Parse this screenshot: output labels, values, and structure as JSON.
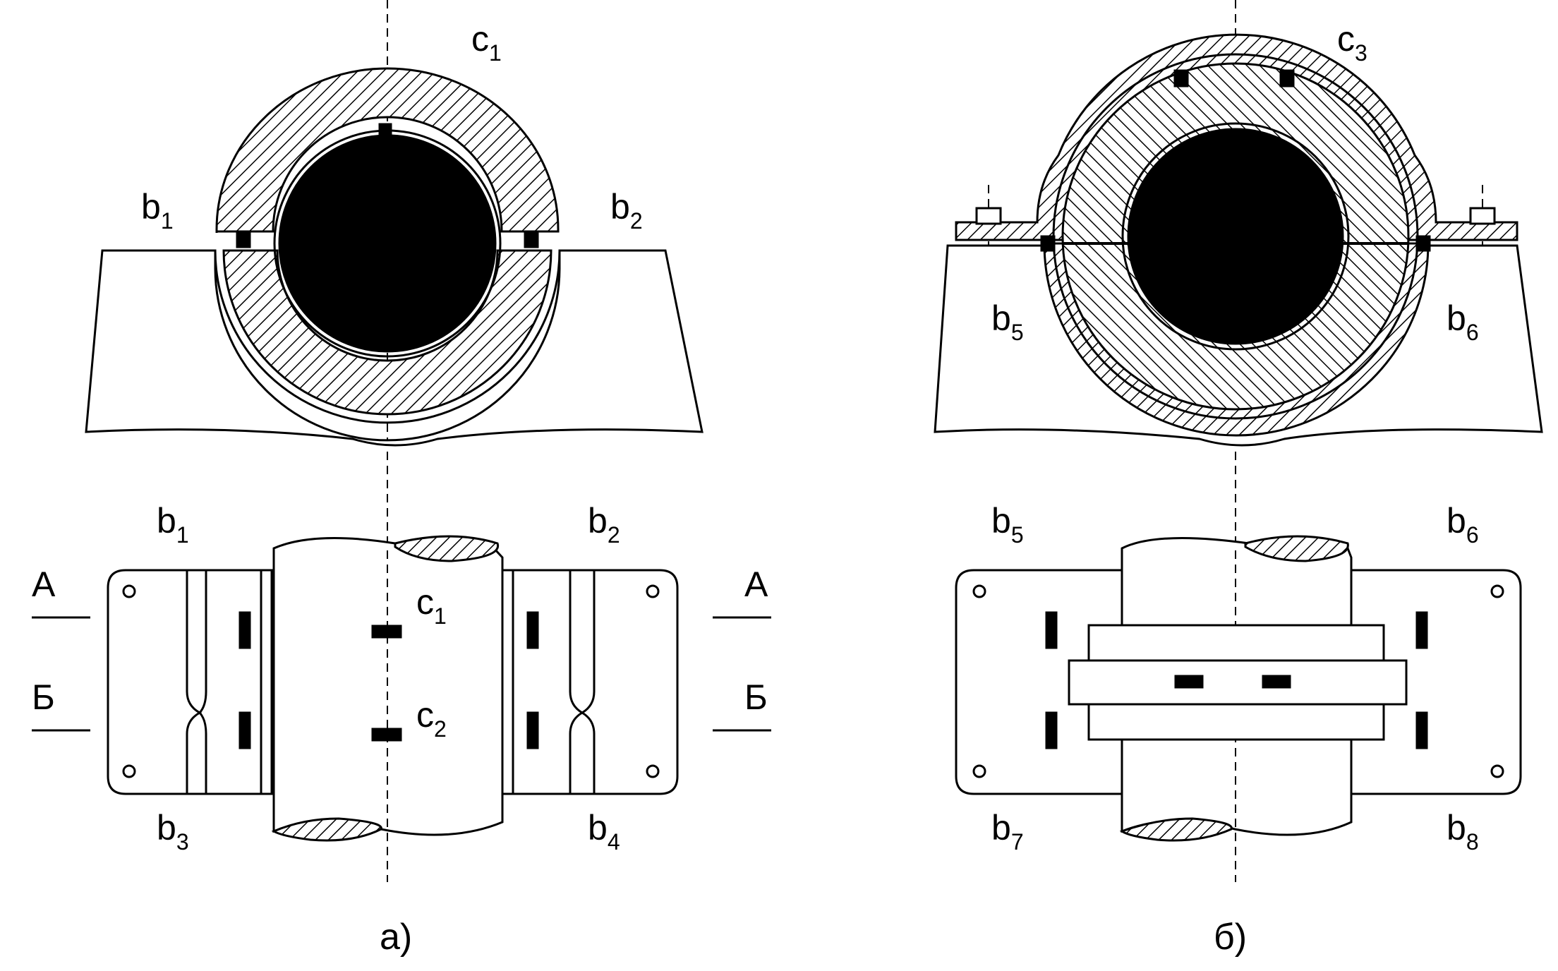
{
  "labels": {
    "c1": {
      "base": "c",
      "sub": "1"
    },
    "c1_plan": {
      "base": "c",
      "sub": "1"
    },
    "c2": {
      "base": "c",
      "sub": "2"
    },
    "c3": {
      "base": "c",
      "sub": "3"
    },
    "b1": {
      "base": "b",
      "sub": "1"
    },
    "b2": {
      "base": "b",
      "sub": "2"
    },
    "b1_plan": {
      "base": "b",
      "sub": "1"
    },
    "b2_plan": {
      "base": "b",
      "sub": "2"
    },
    "b3": {
      "base": "b",
      "sub": "3"
    },
    "b4": {
      "base": "b",
      "sub": "4"
    },
    "b5": {
      "base": "b",
      "sub": "5"
    },
    "b6": {
      "base": "b",
      "sub": "6"
    },
    "b5_plan": {
      "base": "b",
      "sub": "5"
    },
    "b6_plan": {
      "base": "b",
      "sub": "6"
    },
    "b7": {
      "base": "b",
      "sub": "7"
    },
    "b8": {
      "base": "b",
      "sub": "8"
    }
  },
  "section_marks": {
    "a_left": "А",
    "a_right": "А",
    "b_left": "Б",
    "b_right": "Б"
  },
  "captions": {
    "left": "а)",
    "right": "б)"
  }
}
